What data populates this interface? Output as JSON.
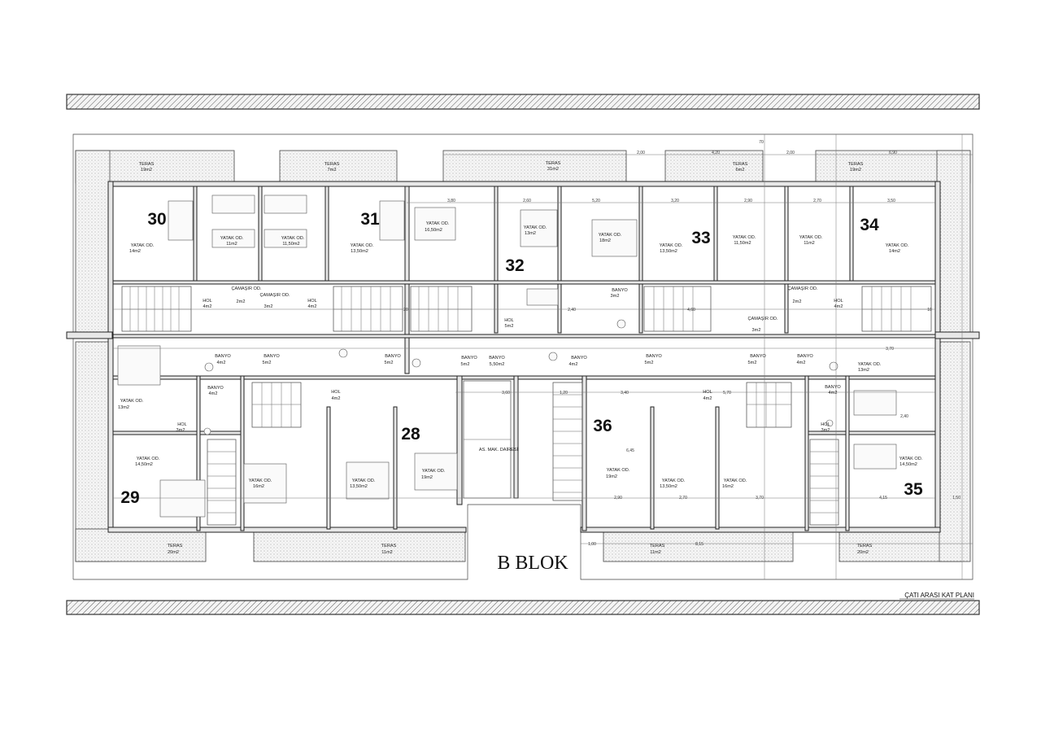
{
  "plan_title": "ÇATI ARASI KAT PLANI",
  "block_title": "B BLOK",
  "unit_numbers": [
    {
      "id": "unit-30",
      "text": "30"
    },
    {
      "id": "unit-31",
      "text": "31"
    },
    {
      "id": "unit-32",
      "text": "32"
    },
    {
      "id": "unit-33",
      "text": "33"
    },
    {
      "id": "unit-34",
      "text": "34"
    },
    {
      "id": "unit-28",
      "text": "28"
    },
    {
      "id": "unit-36",
      "text": "36"
    },
    {
      "id": "unit-29",
      "text": "29"
    },
    {
      "id": "unit-35",
      "text": "35"
    }
  ],
  "rooms": [
    {
      "name": "TERAS",
      "area": "19m2"
    },
    {
      "name": "TERAS",
      "area": "7m2"
    },
    {
      "name": "TERAS",
      "area": "31m2"
    },
    {
      "name": "TERAS",
      "area": "6m2"
    },
    {
      "name": "TERAS",
      "area": "19m2"
    },
    {
      "name": "YATAK OD.",
      "area": "14m2"
    },
    {
      "name": "YATAK OD.",
      "area": "11m2"
    },
    {
      "name": "YATAK OD.",
      "area": "11,50m2"
    },
    {
      "name": "YATAK OD.",
      "area": "13,50m2"
    },
    {
      "name": "YATAK OD.",
      "area": "16,50m2"
    },
    {
      "name": "YATAK OD.",
      "area": "13m2"
    },
    {
      "name": "YATAK OD.",
      "area": "18m2"
    },
    {
      "name": "YATAK OD.",
      "area": "13,50m2"
    },
    {
      "name": "YATAK OD.",
      "area": "11,50m2"
    },
    {
      "name": "YATAK OD.",
      "area": "11m2"
    },
    {
      "name": "YATAK OD.",
      "area": "14m2"
    },
    {
      "name": "HOL",
      "area": "4m2"
    },
    {
      "name": "ÇAMAŞIR OD.",
      "area": "2m2"
    },
    {
      "name": "ÇAMAŞIR OD.",
      "area": "3m2"
    },
    {
      "name": "HOL",
      "area": "4m2"
    },
    {
      "name": "HOL",
      "area": "5m2"
    },
    {
      "name": "BANYO",
      "area": "3m2"
    },
    {
      "name": "ÇAMAŞIR OD.",
      "area": "3m2"
    },
    {
      "name": "ÇAMAŞIR OD.",
      "area": "2m2"
    },
    {
      "name": "HOL",
      "area": "4m2"
    },
    {
      "name": "BANYO",
      "area": "4m2"
    },
    {
      "name": "BANYO",
      "area": "5m2"
    },
    {
      "name": "BANYO",
      "area": "5m2"
    },
    {
      "name": "BANYO",
      "area": "5m2"
    },
    {
      "name": "BANYO",
      "area": "5,50m2"
    },
    {
      "name": "BANYO",
      "area": "4m2"
    },
    {
      "name": "BANYO",
      "area": "5m2"
    },
    {
      "name": "BANYO",
      "area": "5m2"
    },
    {
      "name": "BANYO",
      "area": "4m2"
    },
    {
      "name": "YATAK OD.",
      "area": "13m2"
    },
    {
      "name": "YATAK OD.",
      "area": "13m2"
    },
    {
      "name": "BANYO",
      "area": "4m2"
    },
    {
      "name": "HOL",
      "area": "4m2"
    },
    {
      "name": "HOL",
      "area": "4m2"
    },
    {
      "name": "BANYO",
      "area": "4m2"
    },
    {
      "name": "HOL",
      "area": "3m2"
    },
    {
      "name": "HOL",
      "area": "3m2"
    },
    {
      "name": "YATAK OD.",
      "area": "14,50m2"
    },
    {
      "name": "YATAK OD.",
      "area": "16m2"
    },
    {
      "name": "YATAK OD.",
      "area": "13,50m2"
    },
    {
      "name": "YATAK OD.",
      "area": "19m2"
    },
    {
      "name": "AS. MAK. DAİRESİ",
      "area": ""
    },
    {
      "name": "YATAK OD.",
      "area": "19m2"
    },
    {
      "name": "YATAK OD.",
      "area": "13,50m2"
    },
    {
      "name": "YATAK OD.",
      "area": "16m2"
    },
    {
      "name": "YATAK OD.",
      "area": "14,50m2"
    },
    {
      "name": "TERAS",
      "area": "20m2"
    },
    {
      "name": "TERAS",
      "area": "11m2"
    },
    {
      "name": "TERAS",
      "area": "11m2"
    },
    {
      "name": "TERAS",
      "area": "20m2"
    }
  ],
  "dimensions": [
    "3,80",
    "2,60",
    "5,20",
    "3,20",
    "2,90",
    "2,70",
    "3,50",
    "2,00",
    "4,20",
    "2,00",
    "6,90",
    "2,40",
    "4,60",
    "3,70",
    "3,60",
    "1,20",
    "3,40",
    "5,70",
    "2,40",
    "6,45",
    "2,90",
    "2,70",
    "3,70",
    "4,15",
    "1,00",
    "8,15",
    "1,50",
    "70",
    "20",
    "10"
  ]
}
